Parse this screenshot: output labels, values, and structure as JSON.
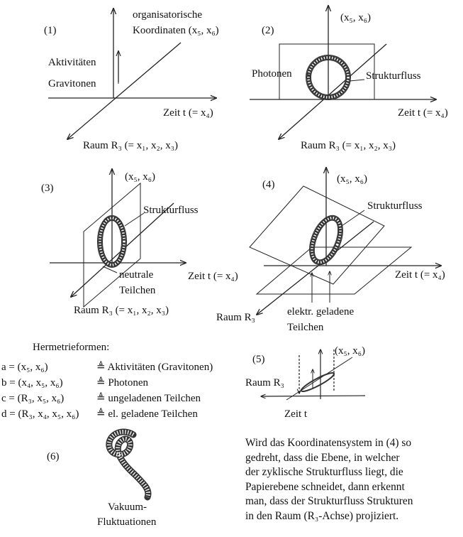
{
  "panel1": {
    "number": "(1)",
    "y_label_line1": "organisatorische",
    "y_label_line2": "Koordinaten (x₅, x₆)",
    "activities": "Aktivitäten",
    "gravitons": "Gravitonen",
    "time_axis": "Zeit t (= x₄)",
    "space_axis": "Raum R₃ (= x₁, x₂, x₃)"
  },
  "panel2": {
    "number": "(2)",
    "y_label": "(x₅, x₆)",
    "photons": "Photonen",
    "structure_flow": "Strukturfluss",
    "time_axis": "Zeit t (= x₄)",
    "space_axis": "Raum R₃ (= x₁, x₂, x₃)"
  },
  "panel3": {
    "number": "(3)",
    "y_label": "(x₅, x₆)",
    "structure_flow": "Strukturfluss",
    "neutral_line1": "neutrale",
    "neutral_line2": "Teilchen",
    "time_axis": "Zeit t (= x₄)",
    "space_axis": "Raum R₃ (= x₁, x₂, x₃)"
  },
  "panel4": {
    "number": "(4)",
    "y_label": "(x₅, x₆)",
    "structure_flow": "Strukturfluss",
    "time_axis": "Zeit t (= x₄)",
    "space_axis": "Raum R₃",
    "charged_line1": "elektr. geladene",
    "charged_line2": "Teilchen"
  },
  "panel5": {
    "number": "(5)",
    "y_label": "(x₅, x₆)",
    "space_axis": "Raum R₃",
    "time_axis": "Zeit t"
  },
  "panel6": {
    "number": "(6)",
    "label_line1": "Vakuum-",
    "label_line2": "Fluktuationen"
  },
  "legend": {
    "title": "Hermetrieformen:",
    "rows": [
      {
        "lhs": "a = (x₅, x₆)",
        "rhs": "≜ Aktivitäten (Gravitonen)"
      },
      {
        "lhs": "b = (x₄, x₅, x₆)",
        "rhs": "≜ Photonen"
      },
      {
        "lhs": "c = (R₃, x₅, x₆)",
        "rhs": "≜ ungeladenen Teilchen"
      },
      {
        "lhs": "d = (R₃, x₄, x₅, x₆)",
        "rhs": "≜ el. geladene Teilchen"
      }
    ]
  },
  "paragraph": [
    "Wird das Koordinatensystem in (4) so",
    "gedreht, dass die Ebene, in welcher",
    "der zyklische Strukturfluss liegt, die",
    "Papierebene schneidet, dann erkennt",
    "man, dass der Strukturfluss Strukturen",
    "in den Raum (R₃-Achse) projiziert."
  ]
}
